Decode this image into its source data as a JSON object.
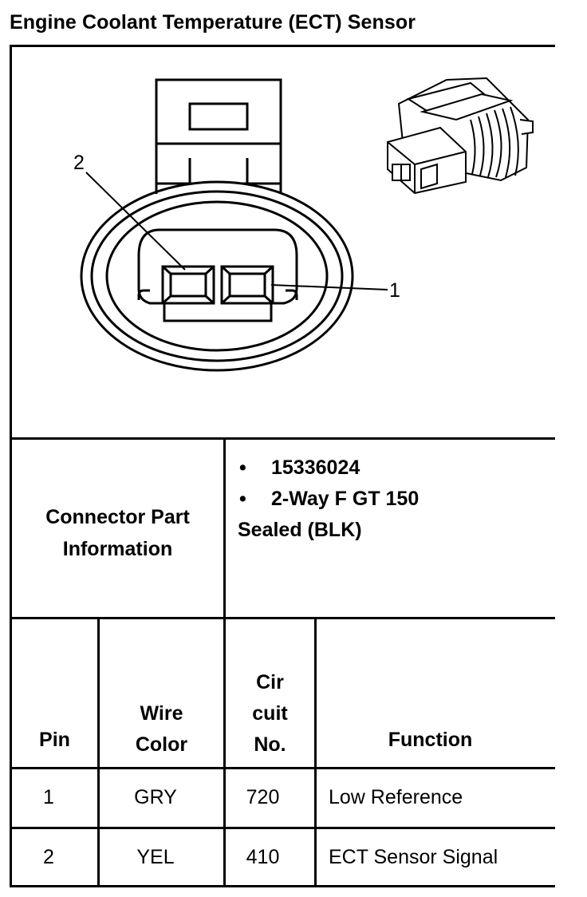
{
  "title": "Engine Coolant Temperature (ECT) Sensor",
  "diagram": {
    "pin_label_2": "2",
    "pin_label_1": "1"
  },
  "connector_part": {
    "label_line1": "Connector Part",
    "label_line2": "Information",
    "bullets": [
      "15336024",
      "2-Way F GT 150"
    ],
    "continuation": "Sealed (BLK)"
  },
  "table": {
    "headers": {
      "pin": "Pin",
      "wire_color_line1": "Wire",
      "wire_color_line2": "Color",
      "circuit_line1": "Cir",
      "circuit_line2": "cuit",
      "circuit_line3": "No.",
      "function": "Function"
    },
    "rows": [
      {
        "pin": "1",
        "wire_color": "GRY",
        "circuit": "720",
        "function": "Low Reference"
      },
      {
        "pin": "2",
        "wire_color": "YEL",
        "circuit": "410",
        "function": "ECT Sensor Signal"
      }
    ]
  }
}
